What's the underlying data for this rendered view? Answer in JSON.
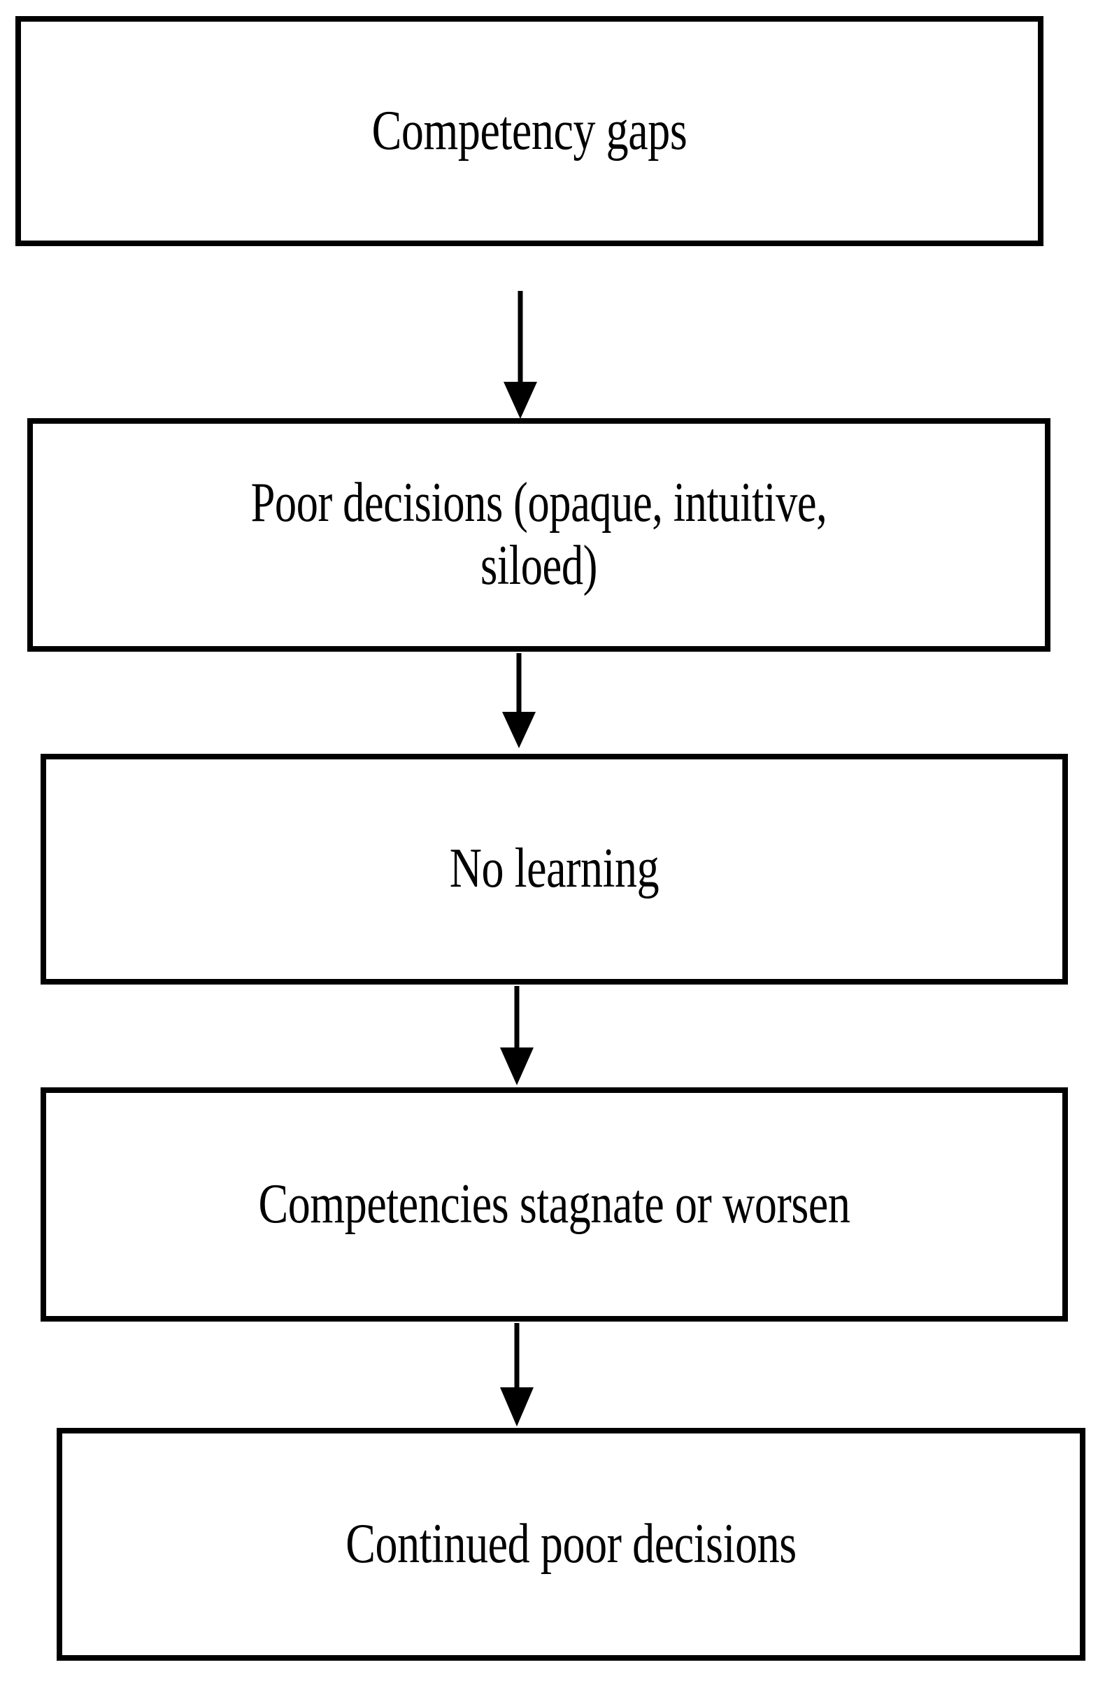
{
  "diagram": {
    "title": "Competency gap vicious cycle flowchart",
    "orientation": "vertical-top-to-bottom",
    "background_color": "#ffffff",
    "stroke_color": "#000000",
    "text_color": "#000000",
    "nodes": [
      {
        "id": "competency-gaps",
        "label": "Competency gaps"
      },
      {
        "id": "poor-decisions",
        "label": "Poor decisions (opaque, intuitive,\nsiloed)"
      },
      {
        "id": "no-learning",
        "label": "No learning"
      },
      {
        "id": "competencies-stagnate",
        "label": "Competencies stagnate or worsen"
      },
      {
        "id": "continued-poor-decisions",
        "label": "Continued poor decisions"
      }
    ],
    "connectors": [
      {
        "id": "arrow-1",
        "from": "competency-gaps",
        "to": "poor-decisions",
        "style": "solid-down-arrow"
      },
      {
        "id": "arrow-2",
        "from": "poor-decisions",
        "to": "no-learning",
        "style": "solid-down-arrow"
      },
      {
        "id": "arrow-3",
        "from": "no-learning",
        "to": "competencies-stagnate",
        "style": "solid-down-arrow"
      },
      {
        "id": "arrow-4",
        "from": "competencies-stagnate",
        "to": "continued-poor-decisions",
        "style": "solid-down-arrow"
      }
    ]
  }
}
